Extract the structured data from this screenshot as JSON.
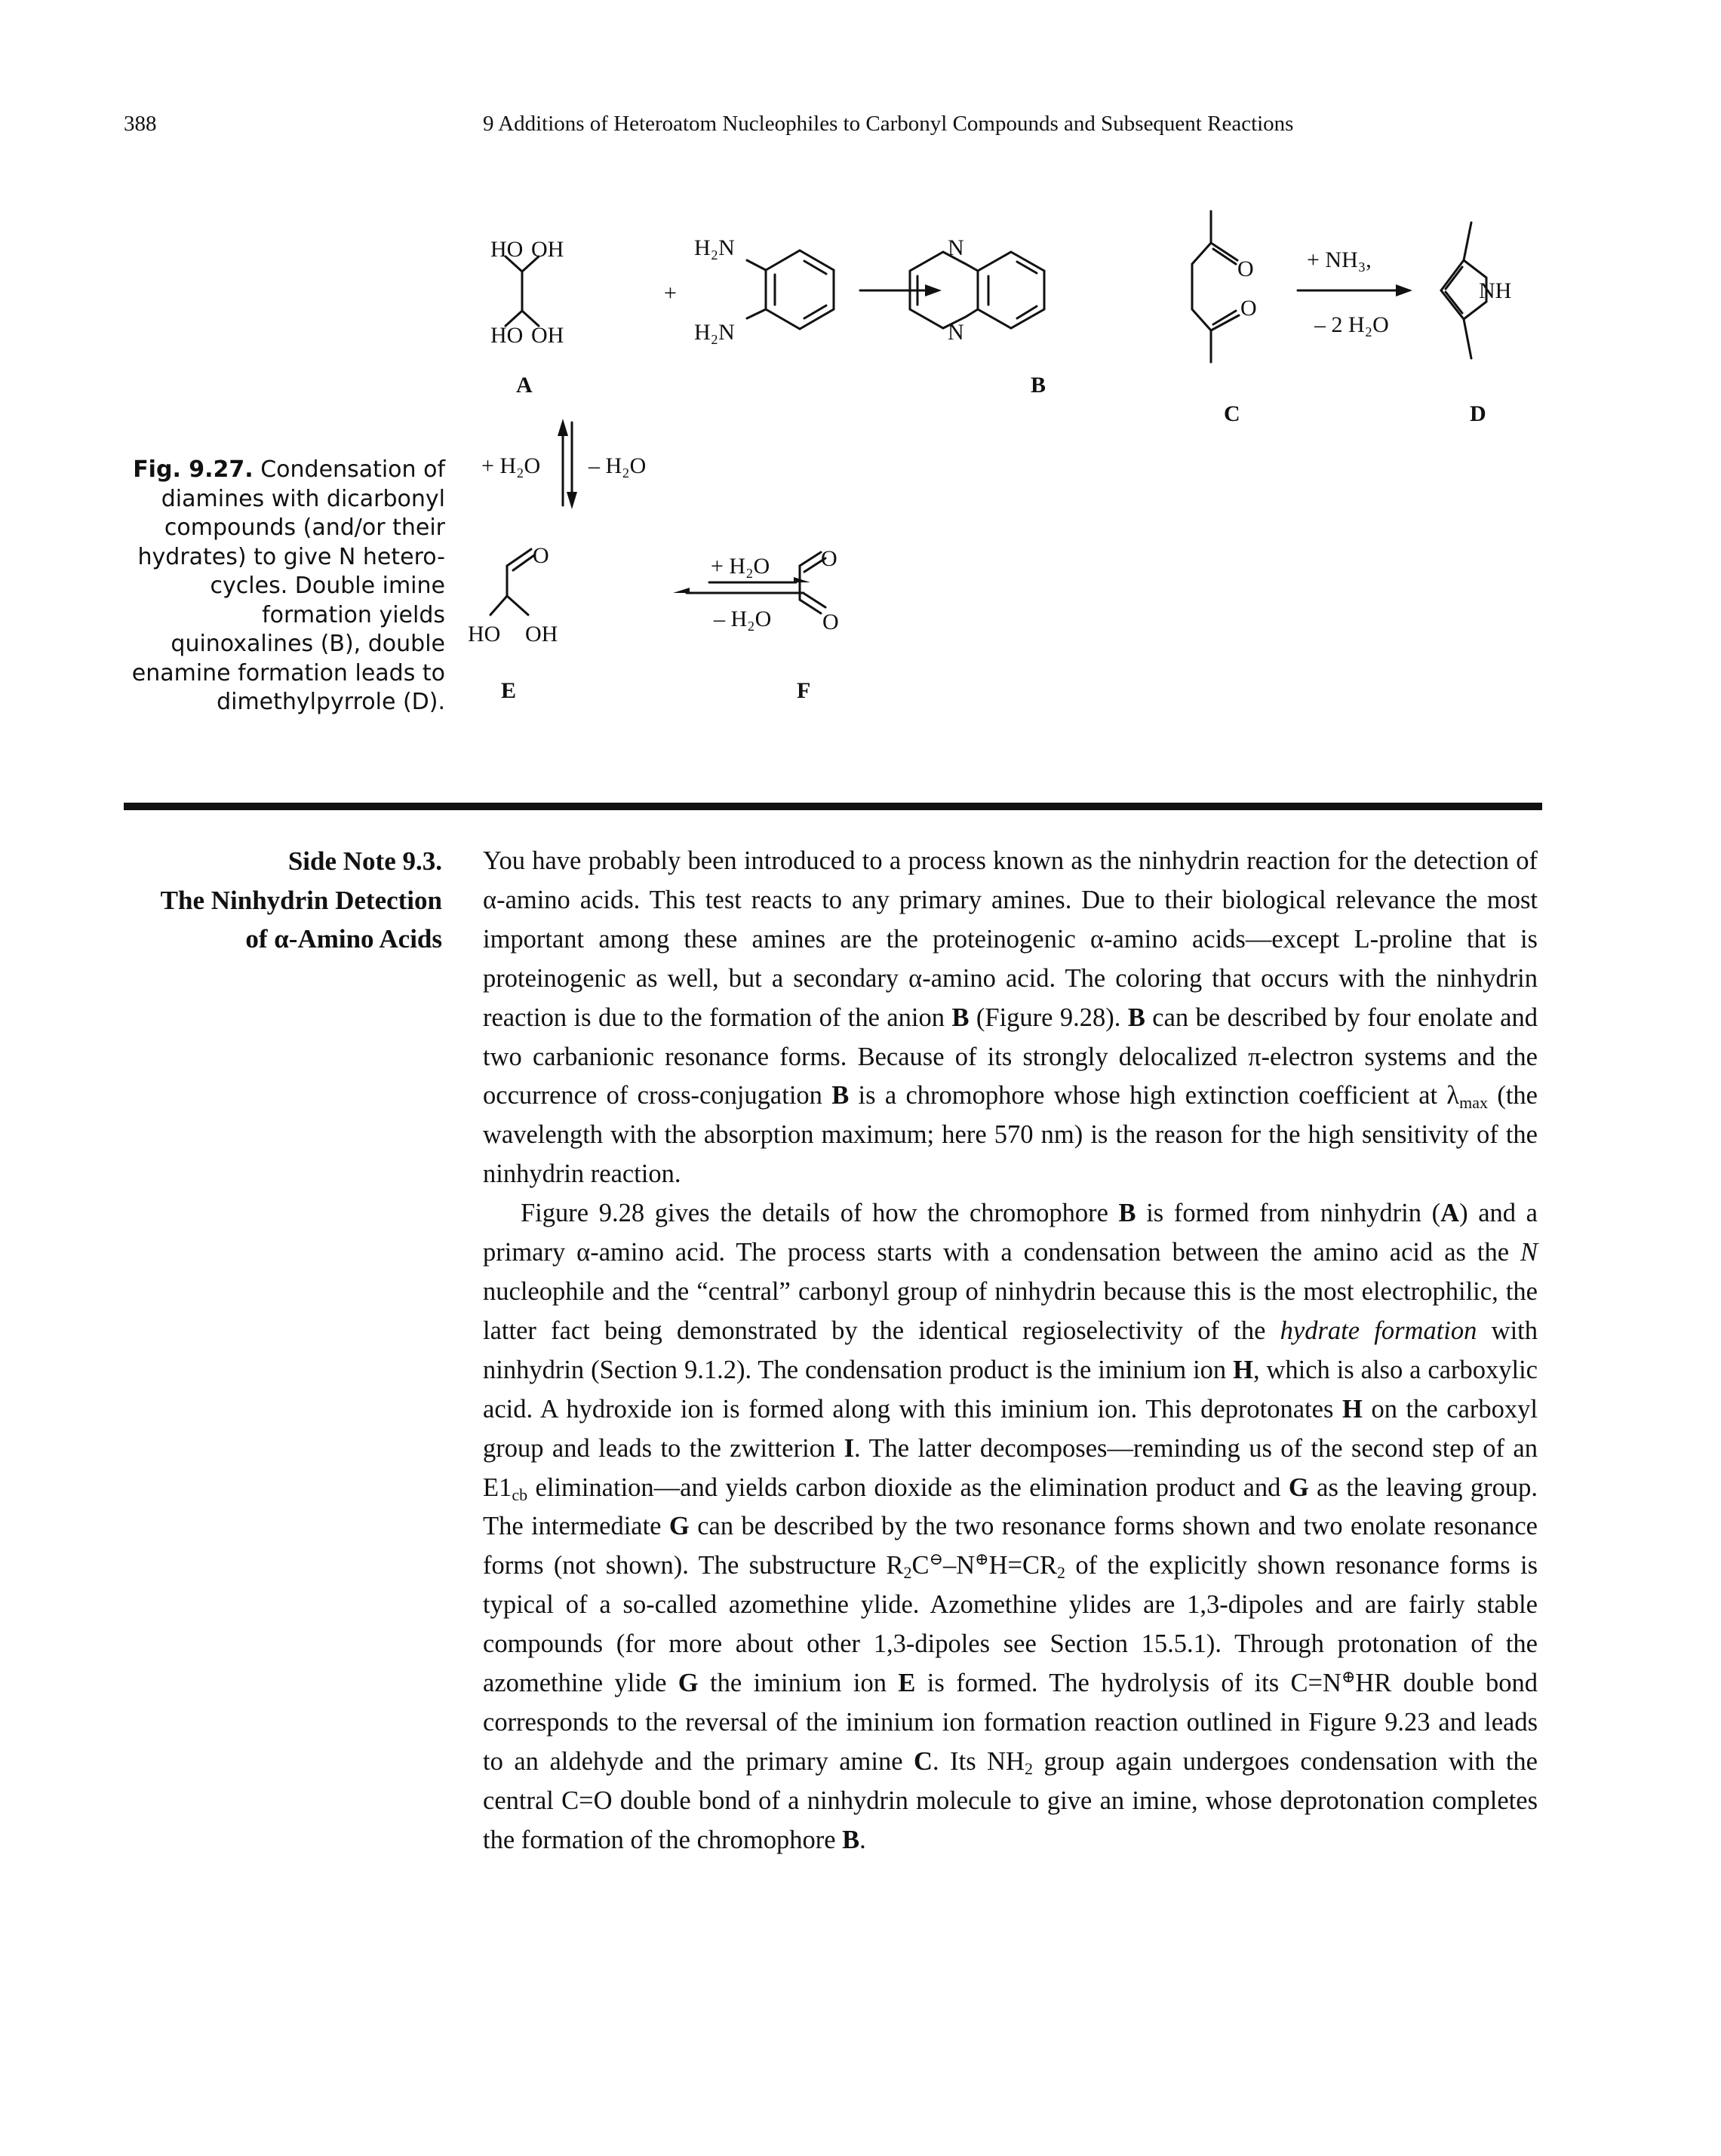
{
  "header": {
    "page_number": "388",
    "running_head": "9 Additions of Heteroatom Nucleophiles to Carbonyl Compounds and Subsequent Reactions"
  },
  "figure": {
    "caption_label": "Fig. 9.27.",
    "caption_text": " Condensation of diamines with dicarbonyl compounds (and/or their hydrates) to give N hetero-cycles. Double imine formation yields quinoxalines (B), double enamine formation leads to dimethylpyrrole (D).",
    "compound_labels": {
      "A": "A",
      "B": "B",
      "C": "C",
      "D": "D",
      "E": "E",
      "F": "F"
    },
    "atoms": {
      "HO": "HO",
      "OH": "OH",
      "H2N": "H₂N",
      "N": "N",
      "O": "O",
      "NH": "NH",
      "plus": "+"
    },
    "conditions": {
      "plus_nh3": "+ NH₃,",
      "minus_2h2o": "– 2 H₂O",
      "plus_h2o": "+ H₂O",
      "minus_h2o": "– H₂O"
    }
  },
  "side_note": {
    "line1": "Side Note 9.3.",
    "line2": "The Ninhydrin Detection",
    "line3": "of α-Amino Acids"
  },
  "body": {
    "p1": [
      "You have probably been introduced to a process known as the ninhydrin reaction for the detection of α-amino acids. This test reacts to any primary amines. Due to their biological relevance the most important among these amines are the proteinogenic α-amino acids—except ",
      "L",
      "-proline that is proteinogenic as well, but a secondary α-amino acid. The coloring that occurs with the ninhydrin reaction is due to the formation of the anion ",
      "B",
      " (Figure 9.28). ",
      "B",
      " can be described by four enolate and two carbanionic resonance forms. Because of its strongly delocalized π-electron systems and the occurrence of cross-conjugation ",
      "B",
      " is a chromophore whose high extinction coefficient at λ",
      "max",
      " (the wavelength with the absorption maximum; here 570 nm) is the reason for the high sensitivity of the ninhydrin reaction."
    ],
    "p2": [
      "Figure 9.28 gives the details of how the chromophore ",
      "B",
      " is formed from ninhydrin (",
      "A",
      ") and a primary α-amino acid. The process starts with a condensation between the amino acid as the ",
      "N",
      " nucleophile and the “central” carbonyl group of ninhydrin because this is the most electrophilic, the latter fact being demonstrated by the identical regioselectivity of the ",
      "hydrate formation",
      " with ninhydrin (Section 9.1.2). The condensation product is the iminium ion ",
      "H",
      ", which is also a carboxylic acid. A hydroxide ion is formed along with this iminium ion. This deprotonates ",
      "H",
      " on the carboxyl group and leads to the zwitterion ",
      "I",
      ". The latter decomposes—reminding us of the second step of an E1",
      "cb",
      " elimination—and yields carbon dioxide as the elimination product and ",
      "G",
      " as the leaving group. The intermediate ",
      "G",
      " can be described by the two resonance forms shown and two enolate resonance forms (not shown). The substructure R",
      "2",
      "C",
      "⊖",
      "–N",
      "⊕",
      "H=CR",
      "2",
      " of the explicitly shown resonance forms is typical of a so-called azomethine ylide. Azomethine ylides are 1,3-dipoles and are fairly stable compounds (for more about other 1,3-dipoles see Section 15.5.1). Through protonation of the azomethine ylide ",
      "G",
      " the iminium ion ",
      "E",
      " is formed. The hydrolysis of its C=N",
      "⊕",
      "HR double bond corresponds to the reversal of the iminium ion formation reaction outlined in Figure 9.23 and leads to an aldehyde and the primary amine ",
      "C",
      ". Its NH",
      "2",
      " group again undergoes condensation with the central C=O double bond of a ninhydrin molecule to give an imine, whose deprotonation completes the formation of the chromophore ",
      "B",
      "."
    ]
  }
}
